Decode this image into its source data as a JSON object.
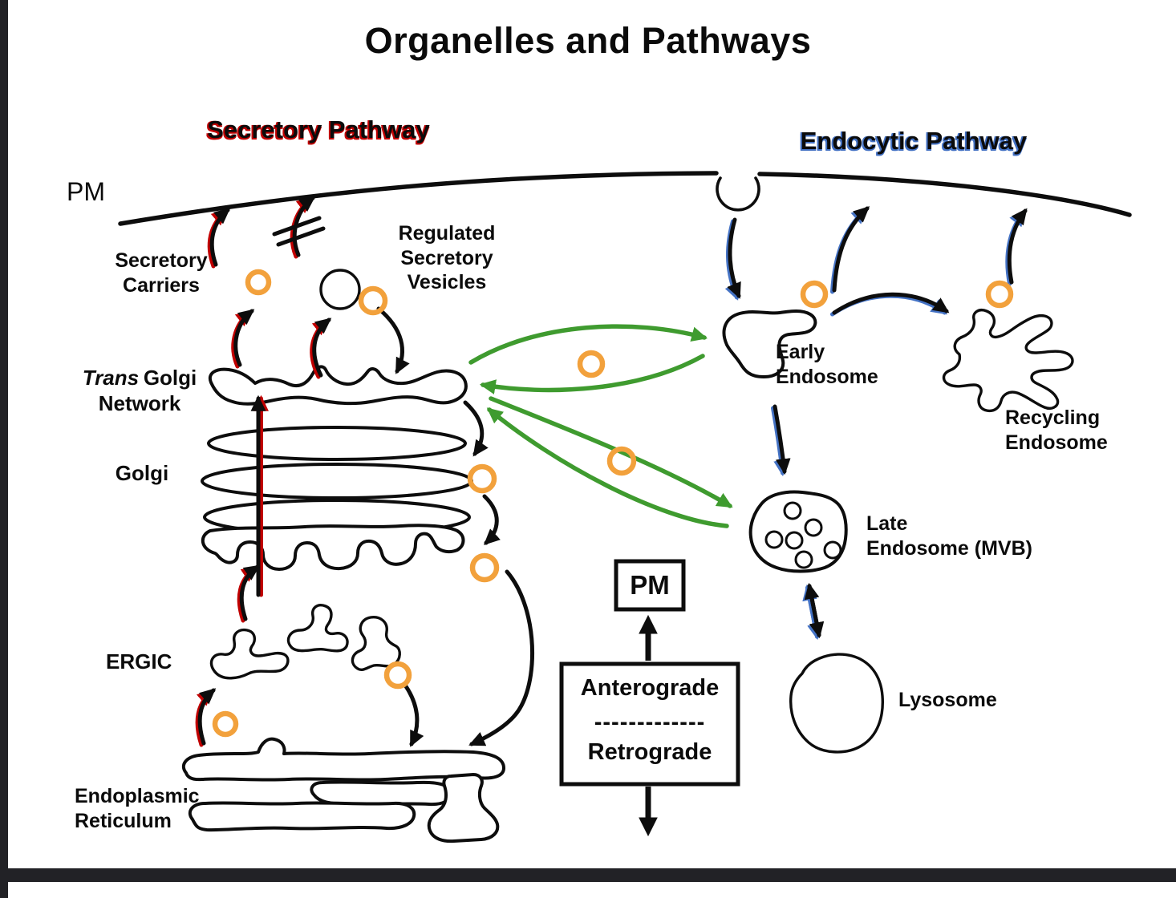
{
  "title": "Organelles and Pathways",
  "headings": {
    "secretory": "Secretory Pathway",
    "endocytic": "Endocytic Pathway"
  },
  "membrane": {
    "pm_label": "PM"
  },
  "labels": {
    "secretory_carriers": {
      "line1": "Secretory",
      "line2": "Carriers"
    },
    "regulated_vesicles": {
      "line1": "Regulated",
      "line2": "Secretory",
      "line3": "Vesicles"
    },
    "tgn": {
      "italic": "Trans",
      "rest": "Golgi",
      "line2": "Network"
    },
    "golgi": "Golgi",
    "ergic": "ERGIC",
    "er": {
      "line1": "Endoplasmic",
      "line2": "Reticulum"
    },
    "early_endosome": {
      "line1": "Early",
      "line2": "Endosome"
    },
    "recycling_endosome": {
      "line1": "Recycling",
      "line2": "Endosome"
    },
    "late_endosome": {
      "line1": "Late",
      "line2": "Endosome (MVB)"
    },
    "lysosome": "Lysosome"
  },
  "legend": {
    "pm_box": "PM",
    "anterograde": "Anterograde",
    "divider": "-------------",
    "retrograde": "Retrograde"
  },
  "colors": {
    "coat_orange": "#F2A13C",
    "recycling_green": "#3F9B2F",
    "secretory_red": "#C00000",
    "endocytic_blue": "#4472C4",
    "ink": "#0D0D0D"
  }
}
